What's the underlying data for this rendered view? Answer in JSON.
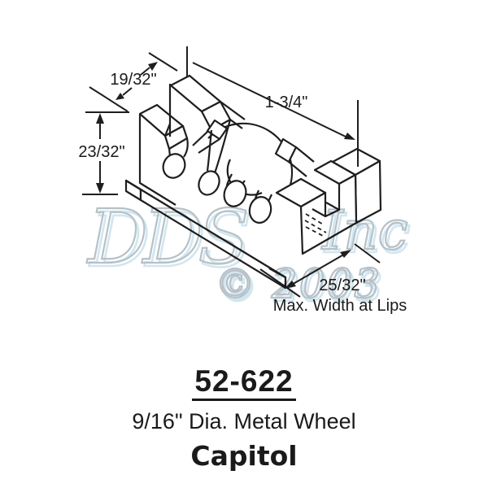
{
  "product": {
    "part_number": "52-622",
    "description": "9/16\" Dia. Metal Wheel",
    "brand": "Capitol"
  },
  "drawing": {
    "dim_depth": "19/32\"",
    "dim_height": "23/32\"",
    "dim_width": "1-3/4\"",
    "dim_lip_width": "25/32\"",
    "dim_lip_caption": "Max. Width at Lips"
  },
  "watermark": {
    "name": "DDS",
    "suffix": "Inc",
    "copyright": "© 2003"
  },
  "colors": {
    "line": "#1e1e1e",
    "text": "#1a1a1a",
    "watermark": "#b9c0c5",
    "watermark_glow": "#cfe7f2"
  }
}
